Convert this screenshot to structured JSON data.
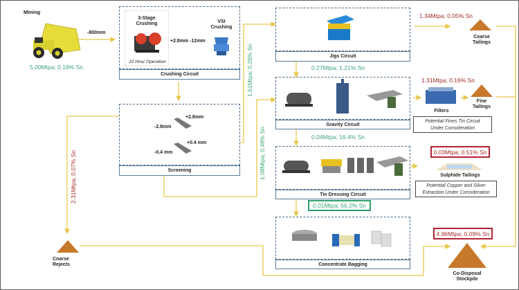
{
  "diagram": {
    "title": "Tin processing flowsheet",
    "colors": {
      "flow_line": "#e8c84a",
      "green_text": "#3aa57a",
      "red_text": "#a52a2a",
      "circuit_border": "#4a6a88",
      "stockpile": "#c8782a"
    }
  },
  "mining": {
    "label": "Mining",
    "flow": "5.00Mtpa; 0.18% Sn",
    "to_crushing": "-800mm"
  },
  "crushing": {
    "caption": "Crushing Circuit",
    "stage3_label_line1": "3-Stage",
    "stage3_label_line2": "Crushing",
    "operation_note": "10 Hour Operation",
    "vsi_line1": "VSI",
    "vsi_line2": "Crushing",
    "to_vsi": "+2.8mm -12mm"
  },
  "screening": {
    "caption": "Screening",
    "plus_2_8": "+2.8mm",
    "minus_2_8": "-2.8mm",
    "plus_0_4": "+0.4 mm",
    "minus_0_4": "-0.4 mm"
  },
  "flows": {
    "to_jigs": "1.61Mtpa; 0.28% Sn",
    "to_gravity": "1.08Mtpa; 0.48% Sn",
    "coarse_rejects_flow": "2.31Mtpa; 0.07% Sn",
    "jigs_to_gravity": "0.27Mtpa; 1.21% Sn",
    "gravity_to_tin": "0.04Mtpa; 16.4% Sn",
    "tin_to_bagging": "0.01Mtpa; 56.2% Sn"
  },
  "circuits": {
    "jigs": "Jigs  Circuit",
    "gravity": "Gravity  Circuit",
    "tin_dressing": "Tin Dressing  Circuit",
    "bagging": "Concentrate Bagging"
  },
  "outputs": {
    "coarse_tailings": {
      "flow": "1.34Mtpa; 0.05% Sn",
      "line1": "Coarse",
      "line2": "Tailings"
    },
    "fine_tailings": {
      "flow": "1.31Mtpa; 0.16% Sn",
      "filters": "Filters",
      "line1": "Fine",
      "line2": "Tailings",
      "note_line1": "Potential Fines Tin Circuit",
      "note_line2": "Under Consideration"
    },
    "sulphide_tailings": {
      "flow": "0.03Mtpa; 0.51% Sn",
      "label": "Sulphide Tailings",
      "note_line1": "Potential Copper and Silver",
      "note_line2": "Extraction Under Consideration"
    },
    "coarse_rejects": {
      "line1": "Coarse",
      "line2": "Rejects"
    },
    "co_disposal": {
      "flow": "4.96Mtpa; 0.09% Sn",
      "line1": "Co-Disposal",
      "line2": "Stockpile"
    }
  }
}
